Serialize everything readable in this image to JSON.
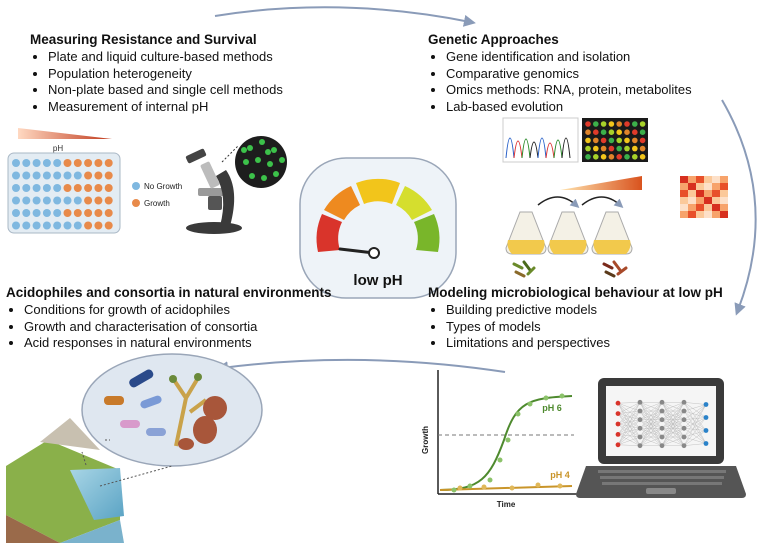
{
  "sections": {
    "resistance": {
      "title": "Measuring Resistance and Survival",
      "items": [
        "Plate and liquid culture-based methods",
        "Population heterogeneity",
        "Non-plate based and single cell methods",
        "Measurement of internal pH"
      ]
    },
    "genetic": {
      "title": "Genetic Approaches",
      "items": [
        "Gene identification and isolation",
        "Comparative genomics",
        "Omics methods: RNA, protein, metabolites",
        "Lab-based evolution"
      ]
    },
    "acidophiles": {
      "title": "Acidophiles and consortia in natural environments",
      "items": [
        "Conditions for growth of acidophiles",
        "Growth and characterisation of consortia",
        "Acid responses in natural environments"
      ]
    },
    "modeling": {
      "title": "Modeling microbiological behaviour at low pH",
      "items": [
        "Building predictive models",
        "Types of models",
        "Limitations and perspectives"
      ]
    }
  },
  "plate": {
    "ph_label": "pH",
    "legend_no_growth": "No Growth",
    "legend_growth": "Growth"
  },
  "center": {
    "label": "low pH"
  },
  "growth_chart": {
    "ylabel": "Growth",
    "xlabel": "Time",
    "curve_high": "pH 6",
    "curve_low": "pH 4"
  },
  "colors": {
    "no_growth": "#7fb8e0",
    "growth": "#e88a4a",
    "arrow": "#8a9bb8",
    "gauge_red": "#d9342b",
    "gauge_orange": "#ee8a1f",
    "gauge_yellow": "#f2c51b",
    "gauge_lime": "#d5de2e",
    "gauge_green": "#79b62a",
    "ph6_curve": "#4e8a2e",
    "ph4_curve": "#c9952a"
  }
}
